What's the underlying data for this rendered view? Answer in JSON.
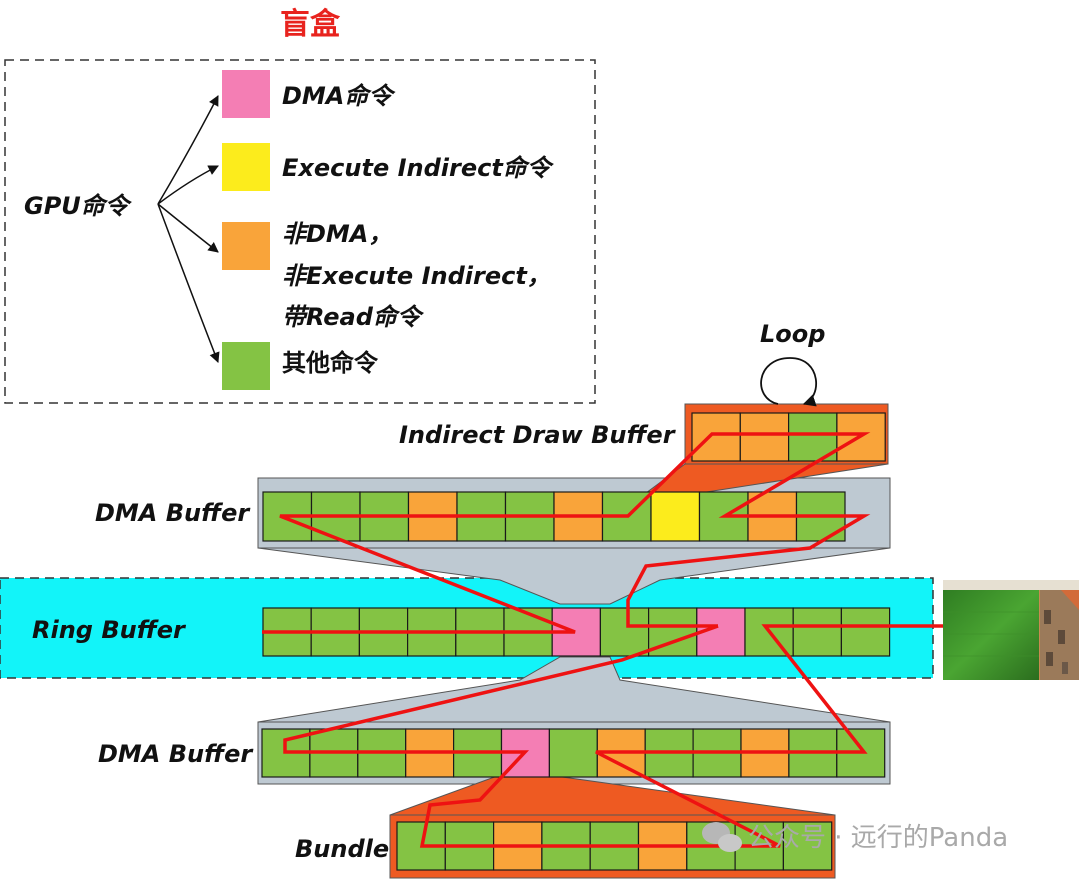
{
  "title": "盲盒",
  "colors": {
    "title": "#e8231e",
    "dma": "#f47eb4",
    "execute_indirect": "#fcec1c",
    "read": "#f9a43a",
    "other": "#84c344",
    "buffer_gray": "#bec9d2",
    "bundle_orange": "#ee5a22",
    "ring_cyan": "#12f4f9",
    "path_red": "#ee1212",
    "cell_border": "#1a1a1a"
  },
  "legend": {
    "root": "GPU命令",
    "items": [
      {
        "color_key": "dma",
        "lines": [
          "DMA命令"
        ]
      },
      {
        "color_key": "execute_indirect",
        "lines": [
          "Execute Indirect命令"
        ]
      },
      {
        "color_key": "read",
        "lines": [
          "非DMA，",
          "非Execute Indirect，",
          "带Read命令"
        ]
      },
      {
        "color_key": "other",
        "lines": [
          "其他命令"
        ]
      }
    ]
  },
  "buffers": {
    "loop_label": "Loop",
    "indirect_draw": {
      "label": "Indirect Draw Buffer",
      "cells": [
        "read",
        "read",
        "other",
        "read"
      ]
    },
    "dma_top": {
      "label": "DMA Buffer",
      "cells": [
        "other",
        "other",
        "other",
        "read",
        "other",
        "other",
        "read",
        "other",
        "execute_indirect",
        "other",
        "read",
        "other"
      ]
    },
    "ring": {
      "label": "Ring Buffer",
      "cells": [
        "other",
        "other",
        "other",
        "other",
        "other",
        "other",
        "dma",
        "other",
        "other",
        "dma",
        "other",
        "other",
        "other"
      ]
    },
    "dma_bottom": {
      "label": "DMA Buffer",
      "cells": [
        "other",
        "other",
        "other",
        "read",
        "other",
        "dma",
        "other",
        "read",
        "other",
        "other",
        "read",
        "other",
        "other"
      ]
    },
    "bundle": {
      "label": "Bundle",
      "cells": [
        "other",
        "other",
        "read",
        "other",
        "other",
        "read",
        "other",
        "other",
        "other"
      ]
    }
  },
  "watermark": "公众号 · 远行的Panda"
}
